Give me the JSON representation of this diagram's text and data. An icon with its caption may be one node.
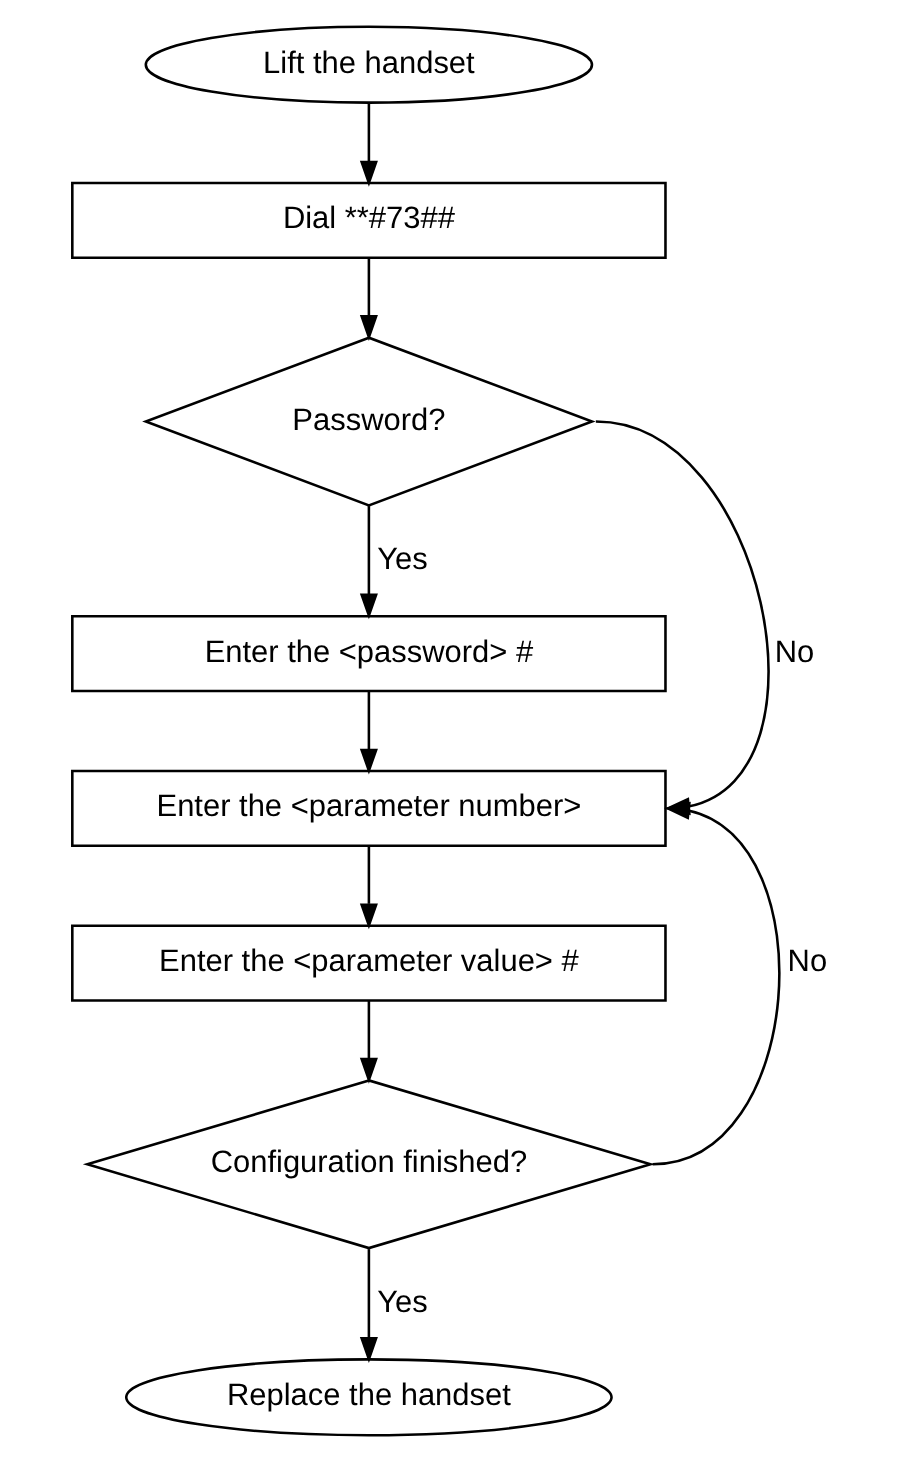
{
  "diagram": {
    "nodes": [
      {
        "text": [
          "Lift the handset"
        ]
      },
      {
        "text": [
          "Dial **#73##"
        ]
      },
      {
        "text": [
          "Password?"
        ]
      },
      {
        "text": [
          "Enter the <password> #"
        ]
      },
      {
        "text": [
          "Enter the <parameter number>"
        ]
      },
      {
        "text": [
          "Enter the <parameter value> #"
        ]
      },
      {
        "text": [
          "Configuration finished?"
        ]
      },
      {
        "text": [
          "Replace the handset"
        ]
      }
    ],
    "edges": [
      {
        "from": 0,
        "to": 1,
        "arrow": "to"
      },
      {
        "from": 1,
        "to": 2,
        "arrow": "to"
      },
      {
        "from": 2,
        "to": 3,
        "label": "Yes",
        "arrow": "to"
      },
      {
        "from": 3,
        "to": 4,
        "arrow": "to"
      },
      {
        "from": 4,
        "to": 5,
        "arrow": "to"
      },
      {
        "from": 5,
        "to": 6,
        "arrow": "to"
      },
      {
        "from": 6,
        "to": 7,
        "label": "Yes",
        "arrow": "to"
      },
      {
        "from": 2,
        "to": 4,
        "label": "No",
        "arrow": "to"
      },
      {
        "from": 6,
        "to": 4,
        "label": "No",
        "arrow": "to"
      }
    ]
  }
}
